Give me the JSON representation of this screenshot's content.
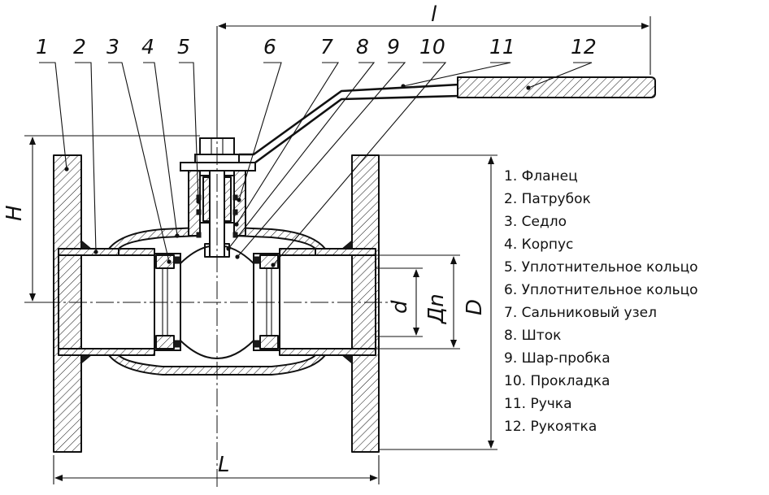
{
  "callouts": [
    "1",
    "2",
    "3",
    "4",
    "5",
    "6",
    "7",
    "8",
    "9",
    "10",
    "11",
    "12"
  ],
  "dimensions": {
    "handle_length": "l",
    "height": "H",
    "face_length": "L",
    "bore": "d",
    "nominal": "Дn",
    "outer": "D"
  },
  "legend": [
    "1. Фланец",
    "2. Патрубок",
    "3. Седло",
    "4. Корпус",
    "5. Уплотнительное кольцо",
    "6. Уплотнительное кольцо",
    "7. Сальниковый узел",
    "8. Шток",
    "9. Шар-пробка",
    "10. Прокладка",
    "11. Ручка",
    "12. Рукоятка"
  ]
}
